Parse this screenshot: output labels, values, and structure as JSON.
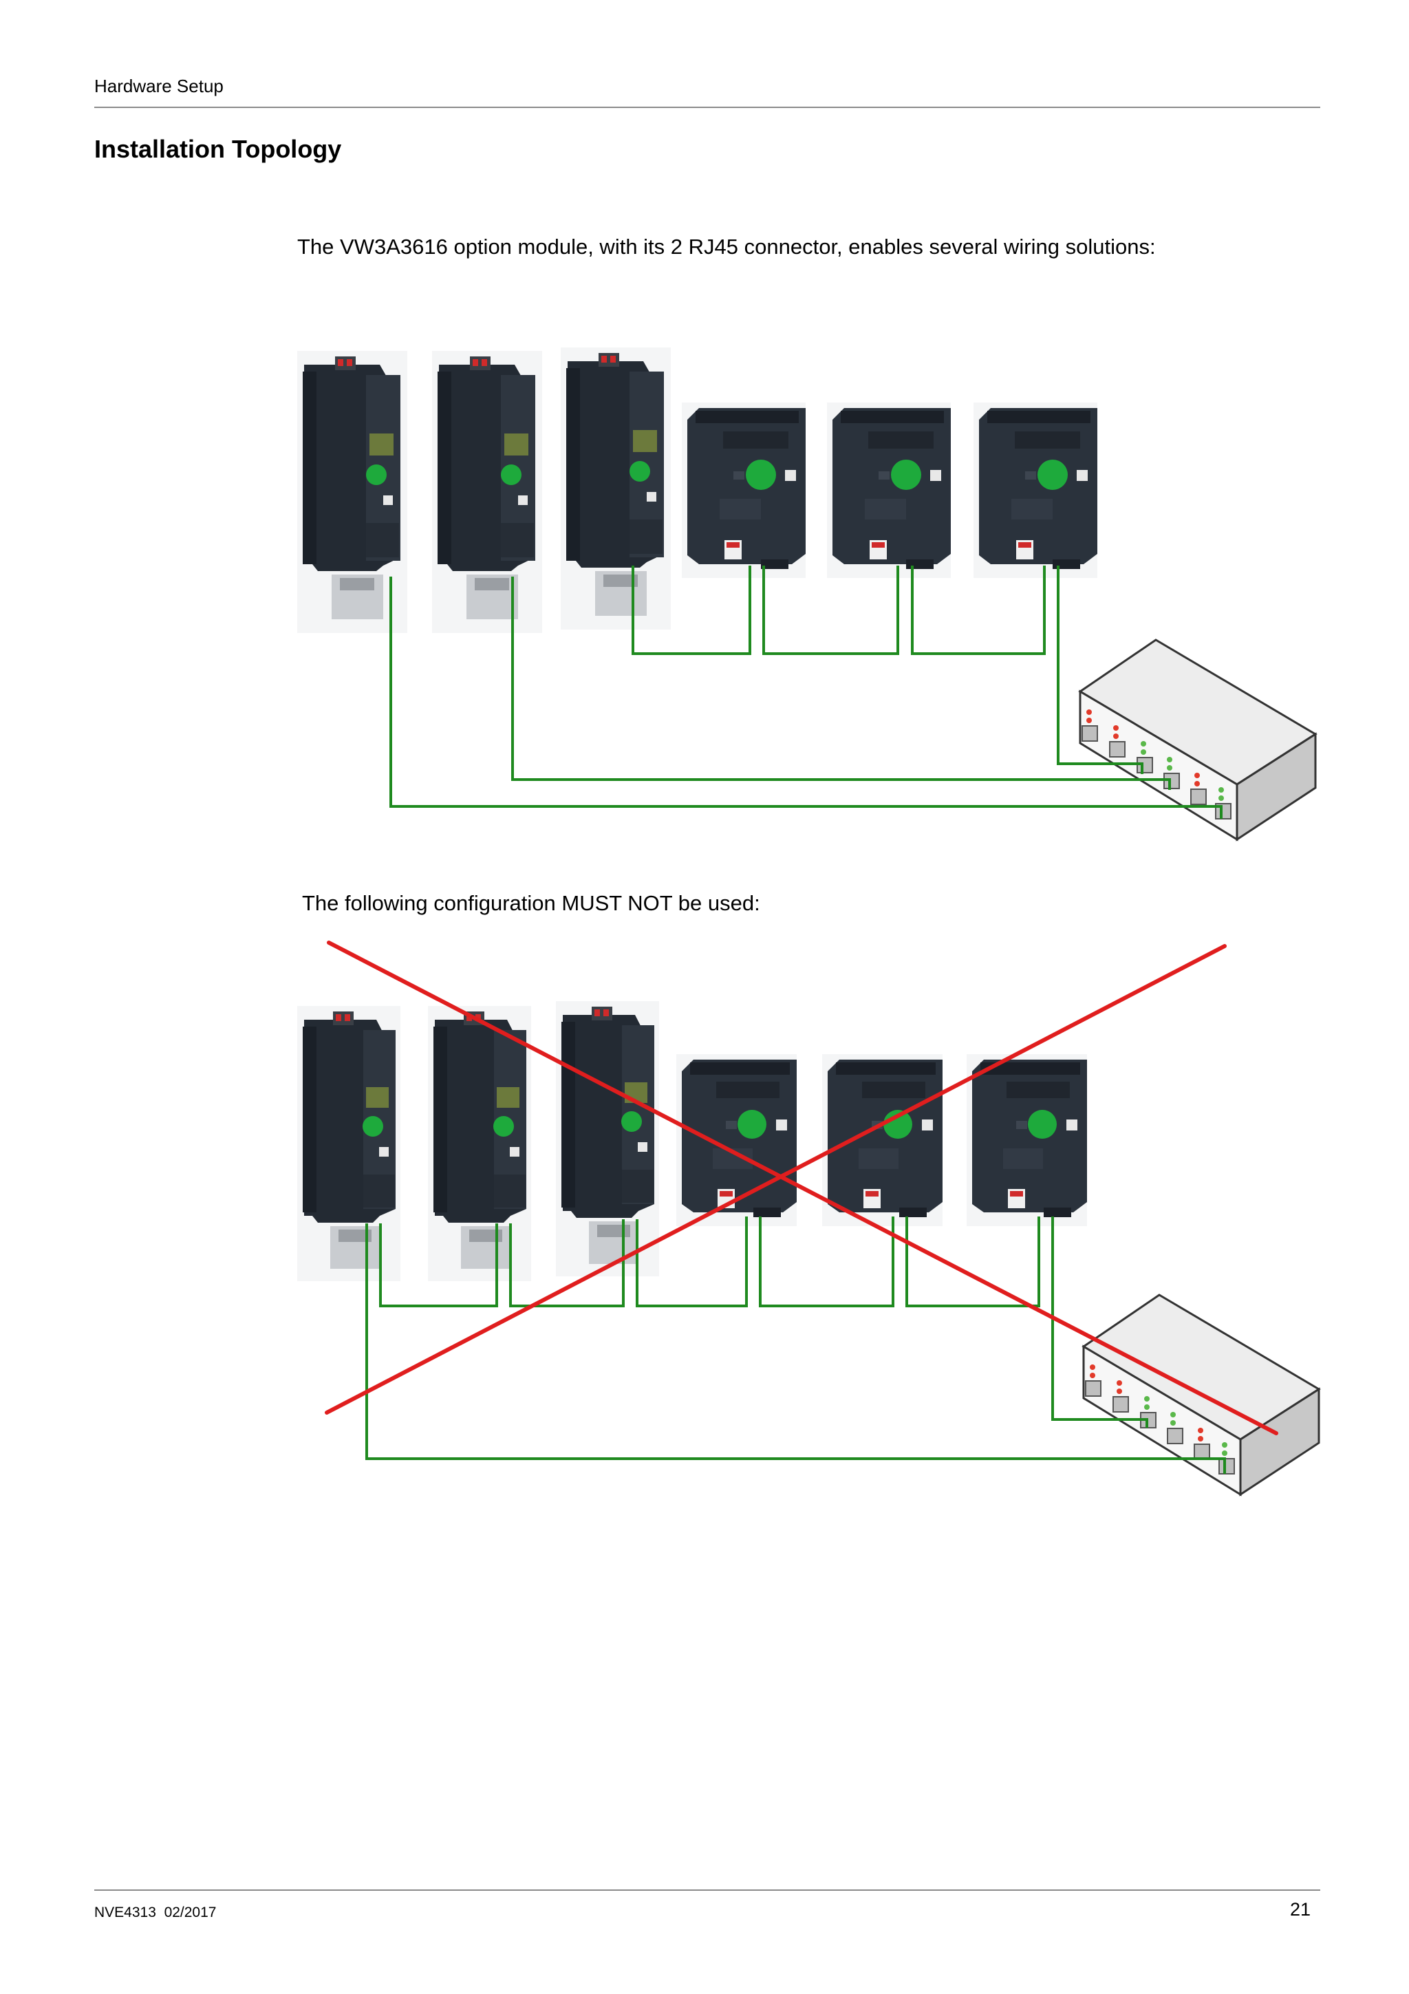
{
  "header": {
    "section": "Hardware Setup"
  },
  "main": {
    "title": "Installation Topology",
    "intro_text": "The VW3A3616 option module, with its 2 RJ45 connector, enables several wiring solutions:",
    "warning_text": "The following configuration MUST NOT be used:"
  },
  "footer": {
    "doc_code": "NVE4313  02/2017",
    "page_number": "21"
  },
  "colors": {
    "cable": "#1f8a1f",
    "cross": "#e01e1e",
    "drive_body": "#2a323c",
    "knob": "#1eaa3c"
  },
  "icons": [
    "book-drive-icon",
    "compact-drive-icon",
    "ethernet-switch-icon",
    "cross-out-icon"
  ]
}
